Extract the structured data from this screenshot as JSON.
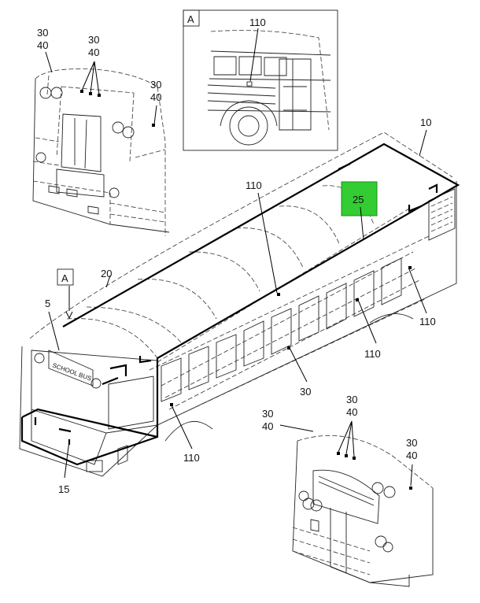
{
  "highlight_color": "#33cc33",
  "callouts": {
    "tl_a": "30",
    "tl_b": "40",
    "tl_c": "30",
    "tl_d": "40",
    "tl_e": "30",
    "tl_f": "40",
    "detail_label": "A",
    "detail_110": "110",
    "c10": "10",
    "c25": "25",
    "c110_top": "110",
    "view_label": "A",
    "c20": "20",
    "c5": "5",
    "c110_r": "110",
    "c110_m": "110",
    "c30": "30",
    "c110_b": "110",
    "c15": "15",
    "br_a": "30",
    "br_b": "40",
    "br_c": "30",
    "br_d": "40",
    "br_e": "30",
    "br_f": "40"
  },
  "bus_sign": "SCHOOL BUS"
}
